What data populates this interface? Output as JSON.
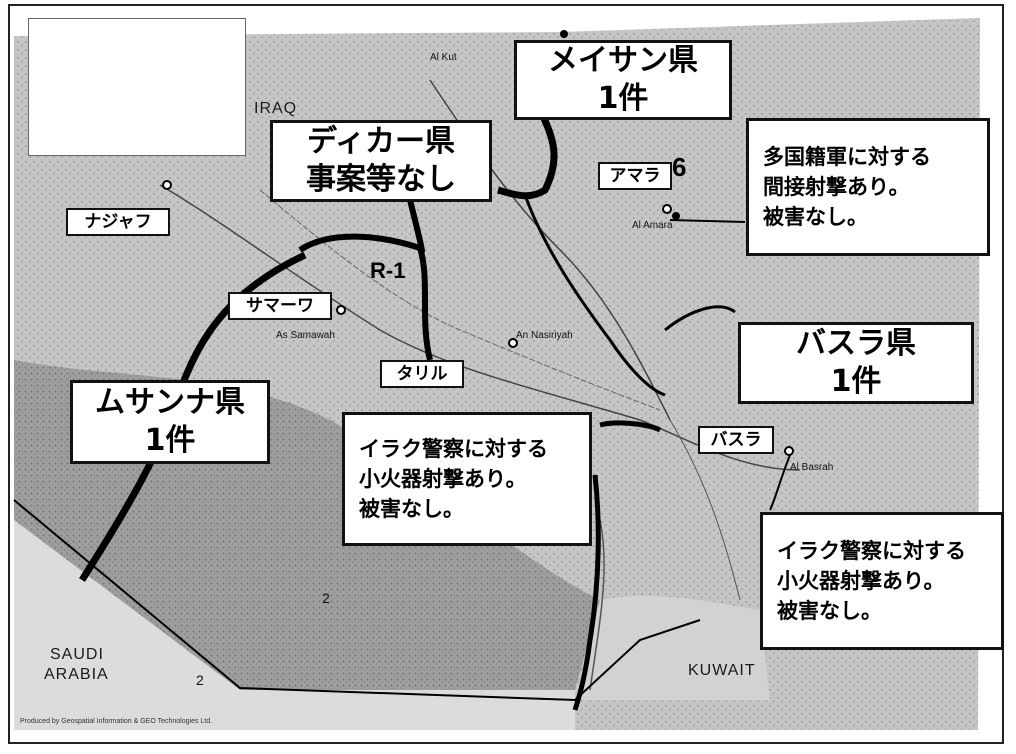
{
  "provinces": {
    "maysan": {
      "name": "メイサン県",
      "count": "1件"
    },
    "dhi_qar": {
      "name": "ディカー県",
      "count": "事案等なし"
    },
    "basra": {
      "name": "バスラ県",
      "count": "1件"
    },
    "muthanna": {
      "name": "ムサンナ県",
      "count": "1件"
    }
  },
  "notes": {
    "maysan": [
      "多国籍軍に対する",
      "間接射撃あり。",
      "被害なし。"
    ],
    "muthanna": [
      "イラク警察に対する",
      "小火器射撃あり。",
      "被害なし。"
    ],
    "basra": [
      "イラク警察に対する",
      "小火器射撃あり。",
      "被害なし。"
    ]
  },
  "cities": {
    "najaf": "ナジャフ",
    "samawah": "サマーワ",
    "tallil": "タリル",
    "amara": "アマラ",
    "basra": "バスラ"
  },
  "map_labels": {
    "al_kut": "Al Kut",
    "iraq": "IRAQ",
    "al_amara": "Al Amara",
    "as_samawah": "As Samawah",
    "an_nasiriyah": "An Nasiriyah",
    "al_basrah": "Al Basrah",
    "kuwait": "KUWAIT",
    "saudi_arabia_1": "SAUDI",
    "saudi_arabia_2": "ARABIA",
    "route": "R-1",
    "marker_6": "6",
    "marker_2": "2",
    "marker_2b": "2",
    "credit": "Produced by Geospatial Information & GEO Technologies Ltd."
  },
  "colors": {
    "map_bg": "#bdbdbd",
    "map_dark": "#8a8a8a",
    "boundary": "#000000",
    "box_border": "#111111"
  }
}
